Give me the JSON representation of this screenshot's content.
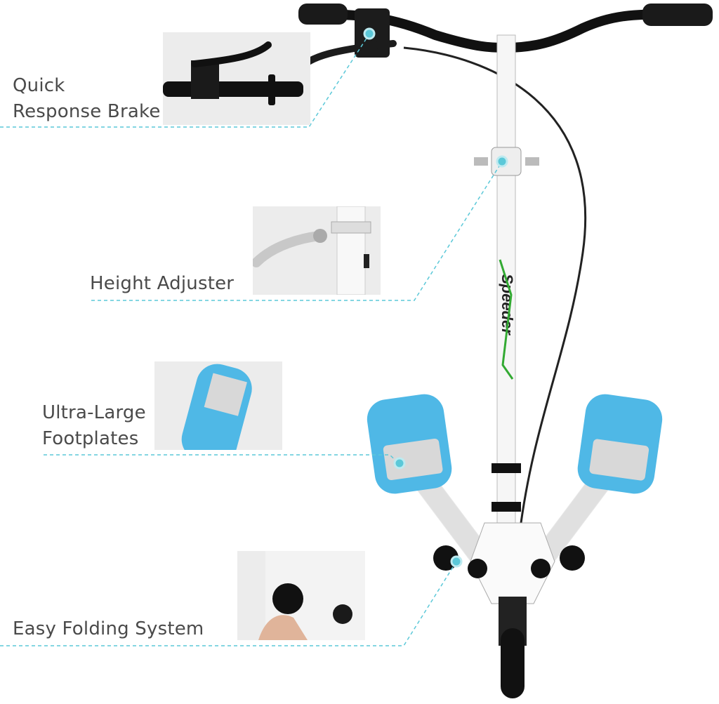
{
  "features": [
    {
      "label_line1": "Quick",
      "label_line2": "Response Brake"
    },
    {
      "label_line1": "Height Adjuster"
    },
    {
      "label_line1": "Ultra-Large",
      "label_line2": "Footplates"
    },
    {
      "label_line1": "Easy Folding System"
    }
  ],
  "colors": {
    "accent": "#5bc8d8",
    "footplate": "#4fb8e6",
    "frame": "#ffffff",
    "text": "#4a4a4a"
  },
  "brand_mark": "Speeder"
}
